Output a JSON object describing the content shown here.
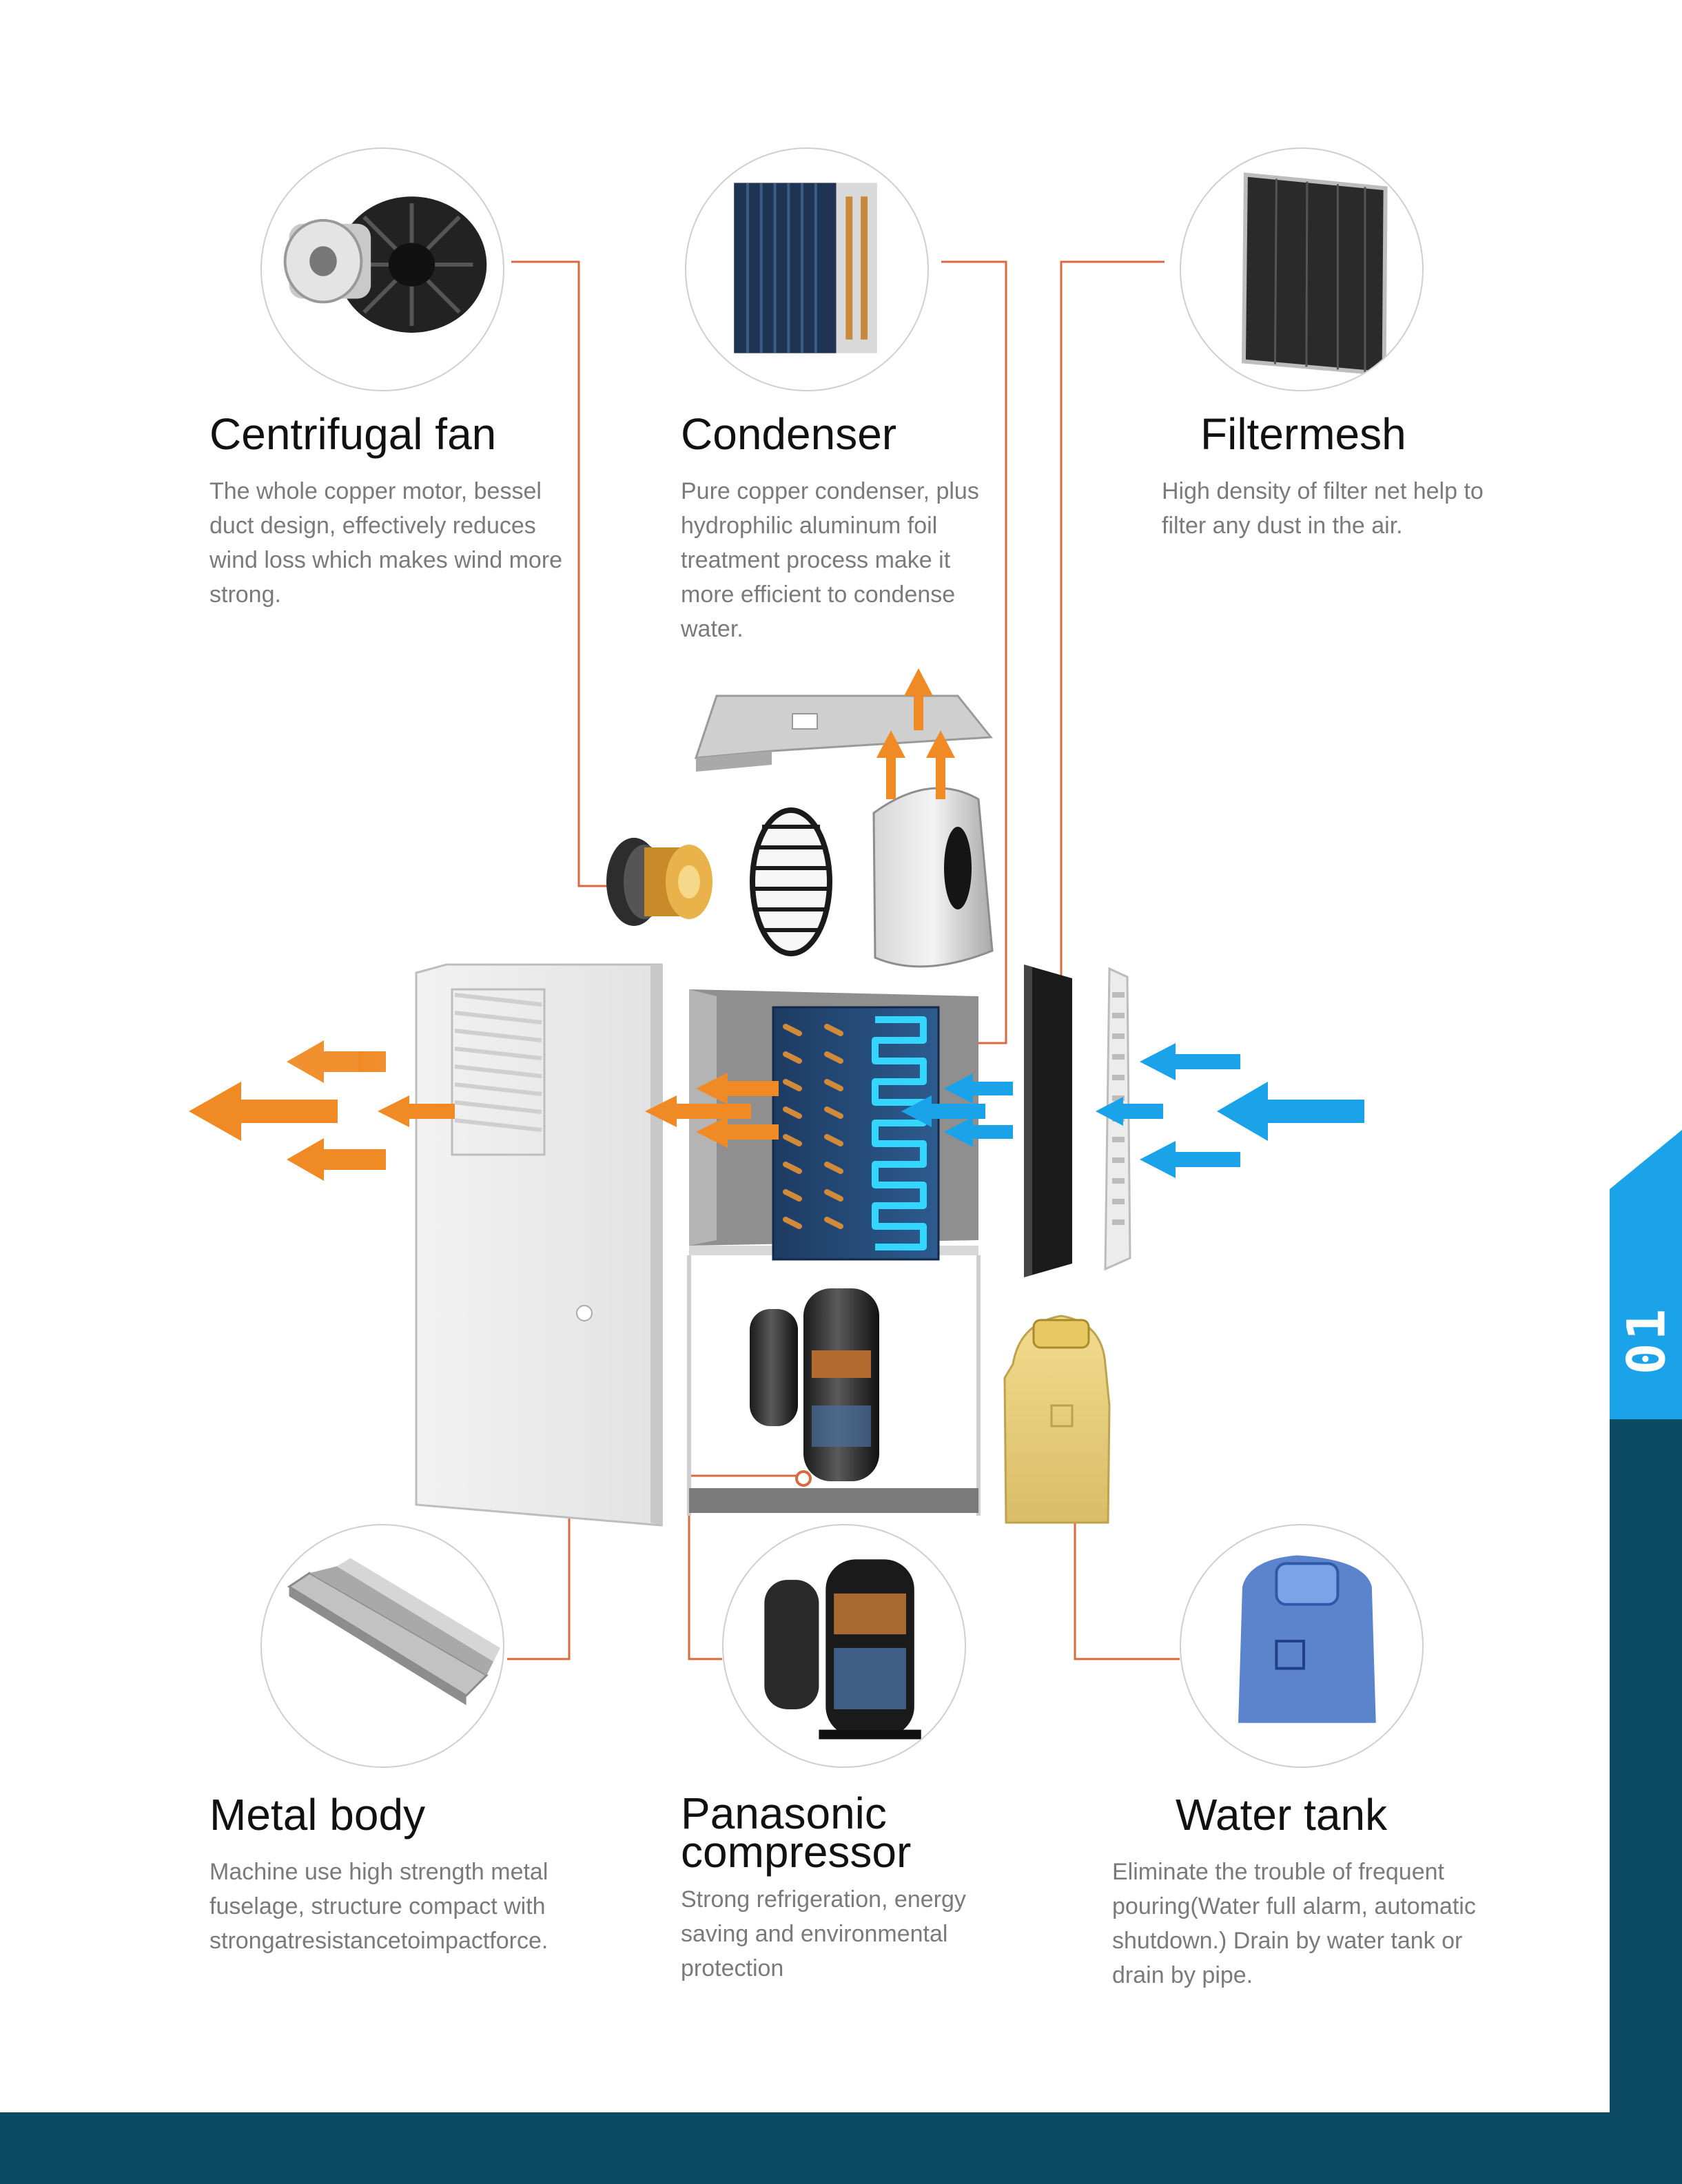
{
  "page": {
    "side_tab_number": "01",
    "accent_color": "#1aa3e8",
    "brand_color": "#0b4a62",
    "leader_color": "#d9693f"
  },
  "components": {
    "centrifugal_fan": {
      "title": "Centrifugal fan",
      "description_lines": [
        "The whole copper motor, bessel",
        "duct design, effectively reduces",
        "wind loss which makes wind more",
        "strong."
      ]
    },
    "condenser": {
      "title": "Condenser",
      "description_lines": [
        "Pure copper condenser, plus",
        "hydrophilic aluminum foil",
        "treatment process make it",
        "more efficient to condense",
        "water."
      ]
    },
    "filtermesh": {
      "title": "Filtermesh",
      "description_lines": [
        "High density of filter net help to",
        "filter any dust in the air."
      ]
    },
    "metal_body": {
      "title": "Metal body",
      "description_lines": [
        "Machine use high strength metal",
        "fuselage, structure compact with",
        "strongatresistancetoimpactforce."
      ]
    },
    "compressor": {
      "title_lines": [
        "Panasonic",
        "compressor"
      ],
      "description_lines": [
        "Strong refrigeration, energy",
        "saving and environmental",
        "protection"
      ]
    },
    "water_tank": {
      "title": "Water tank",
      "description_lines": [
        "Eliminate the trouble of frequent",
        "pouring(Water full alarm, automatic",
        "shutdown.) Drain by water tank or",
        "drain by pipe."
      ]
    }
  }
}
